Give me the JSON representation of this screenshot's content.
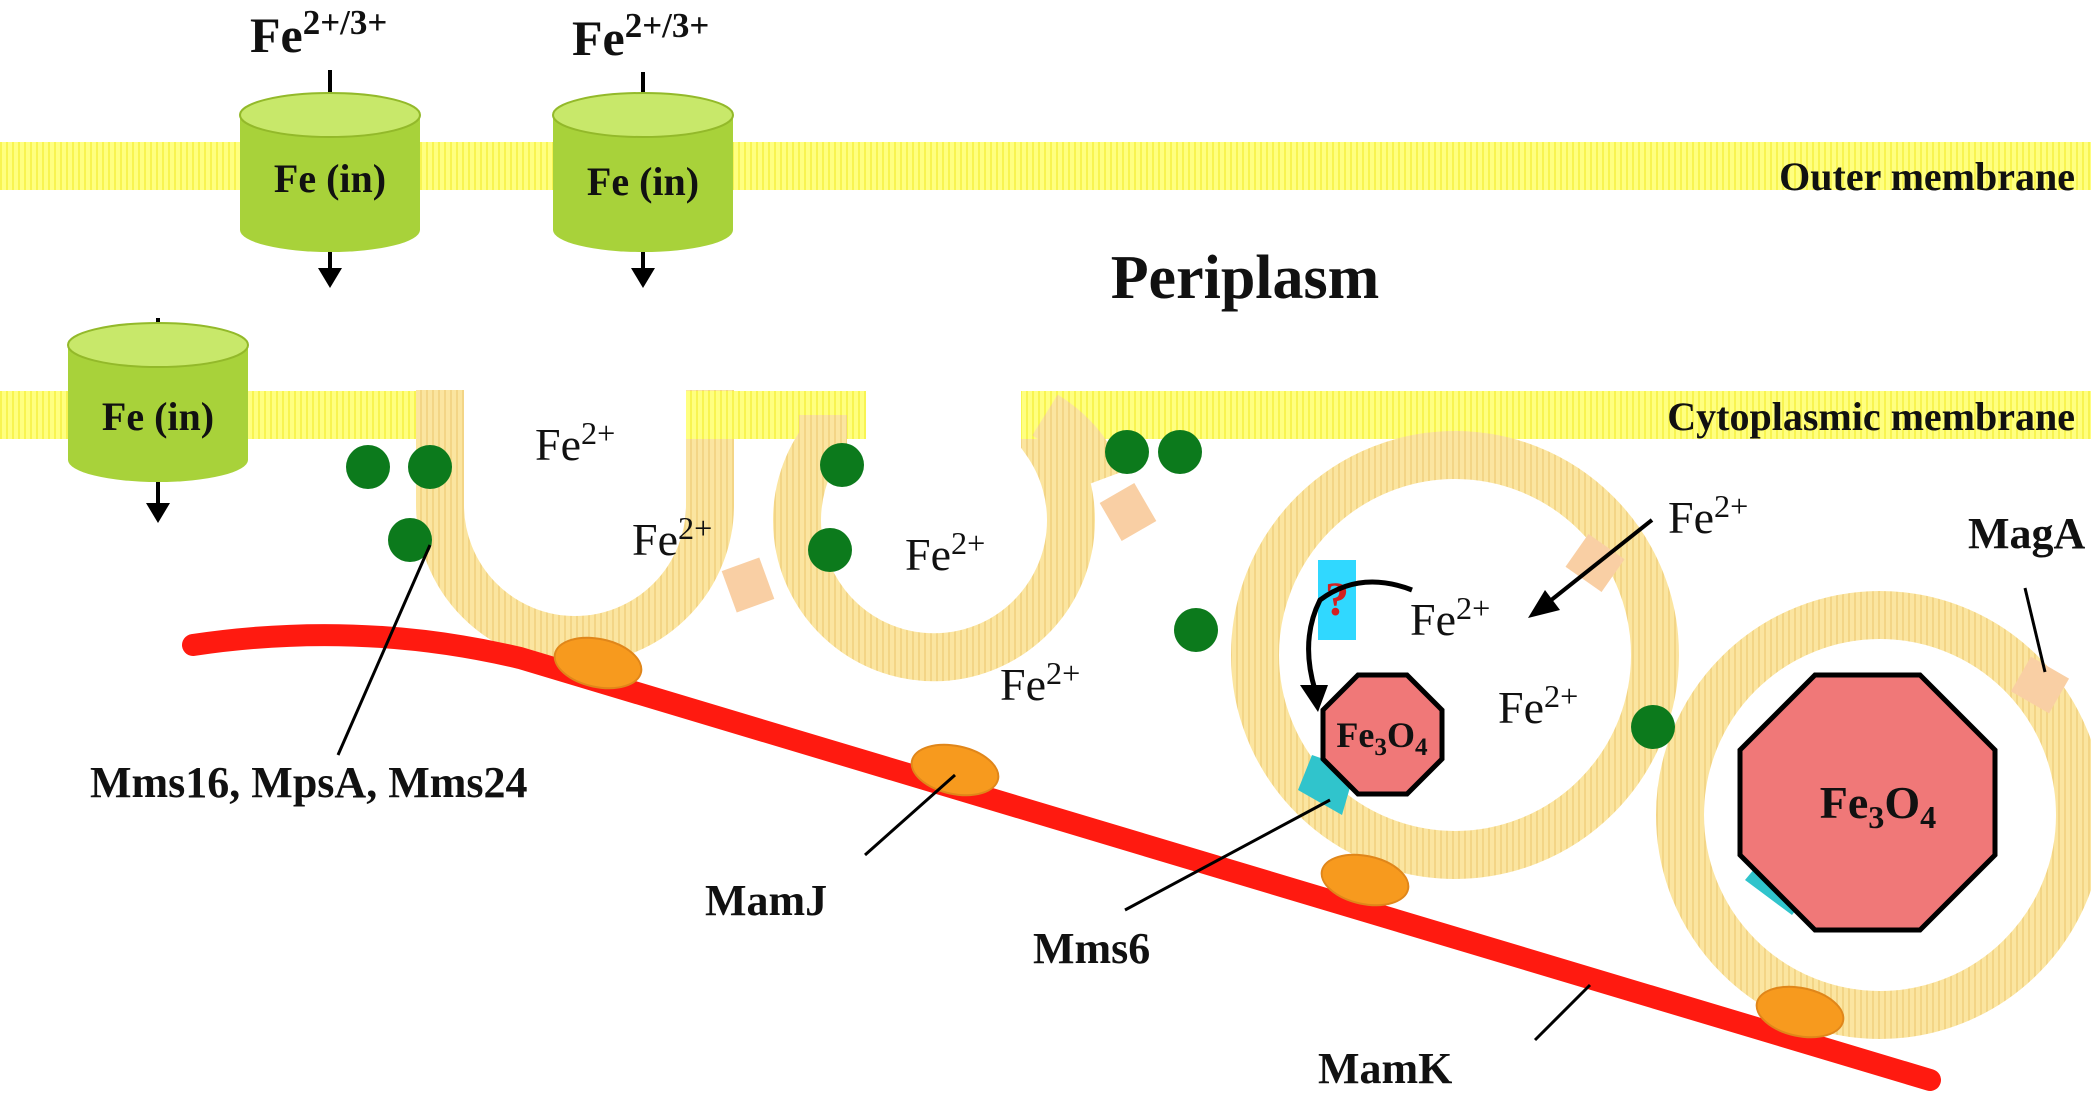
{
  "labels": {
    "outer_membrane": "Outer membrane",
    "periplasm": "Periplasm",
    "cytoplasmic_membrane": "Cytoplasmic membrane",
    "transporter": "Fe (in)",
    "mms16_group": "Mms16, MpsA, Mms24",
    "mamj": "MamJ",
    "mms6": "Mms6",
    "mamk": "MamK",
    "maga": "MagA",
    "unknown": "?"
  },
  "ions": {
    "fe_base": "Fe",
    "charge_23": "2+/3+",
    "charge_2": "2+",
    "magnetite_fe": "Fe",
    "magnetite_sub3": "3",
    "magnetite_o": "O",
    "magnetite_sub4": "4"
  },
  "colors": {
    "membrane_yellow": "#ffff80",
    "membrane_stripe": "#f4ee2a",
    "vesicle_fill": "#fbe5a0",
    "vesicle_stripe": "#efcf78",
    "transporter_green": "#a8d23a",
    "transporter_top": "#c8e86a",
    "green_dot": "#0c7a1c",
    "mamk_red": "#ff1a10",
    "mamj_orange": "#f79a1e",
    "maga_peach": "#f9cfa4",
    "magnetite_red": "#f07878",
    "mms6_cyan": "#30c4cc",
    "question_bg": "#30d8ff",
    "question_fg": "#d42020"
  },
  "icons": {
    "transporter": "cylinder-channel-icon",
    "protein_dot": "filled-circle-icon",
    "magnetite": "octagon-crystal-icon",
    "mms6": "trapezoid-protein-icon",
    "mamj": "ellipse-protein-icon",
    "maga": "rectangle-channel-icon"
  }
}
